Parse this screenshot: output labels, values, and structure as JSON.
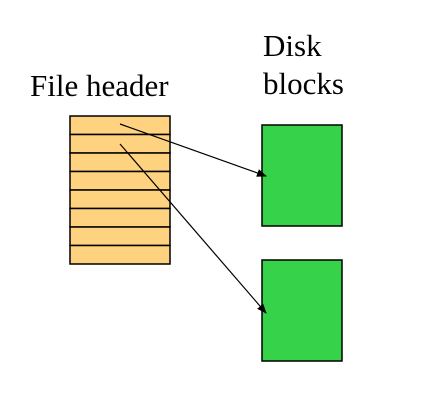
{
  "file_header": {
    "label": "File header",
    "entry_count": 8,
    "fill_color": "#FFD27F",
    "stroke_color": "#000000"
  },
  "disk_blocks": {
    "label_line1": "Disk",
    "label_line2": "blocks",
    "fill_color": "#36D24A",
    "stroke_color": "#000000",
    "block_count": 2
  },
  "arrows": {
    "color": "#000000",
    "links": [
      {
        "from_entry": 1,
        "to_block": 1
      },
      {
        "from_entry": 2,
        "to_block": 2
      }
    ]
  }
}
